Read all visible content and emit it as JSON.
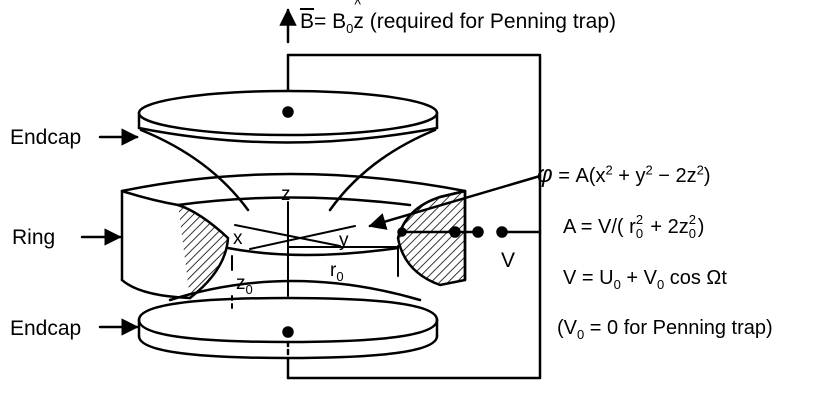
{
  "field": {
    "b_vector": "B",
    "b_equals": "= B",
    "b_sub": "0",
    "b_zhat": "z",
    "b_note": "(required for Penning trap)"
  },
  "labels": {
    "endcap_top": "Endcap",
    "ring": "Ring",
    "endcap_bottom": "Endcap",
    "axis_z": "z",
    "axis_x": "x",
    "axis_y": "y",
    "z0_main": "z",
    "z0_sub": "0",
    "r0_main": "r",
    "r0_sub": "0",
    "voltage": "V"
  },
  "equations": {
    "phi": {
      "lhs": "φ",
      "a": " = A(x",
      "s1": "2",
      "b": " + y",
      "s2": "2",
      "c": " − 2z",
      "s3": "2",
      "d": ")"
    },
    "A": {
      "a": "A = V/( r",
      "sub1": "0",
      "sup1": "2",
      "b": " + 2z",
      "sub2": "0",
      "sup2": "2",
      "c": ")"
    },
    "V": {
      "a": "V = U",
      "sub1": "0",
      "b": " + V",
      "sub2": "0",
      "c": "cos Ωt"
    },
    "penning_note": {
      "a": "(V",
      "sub": "0",
      "b": " = 0 for Penning trap)"
    }
  }
}
